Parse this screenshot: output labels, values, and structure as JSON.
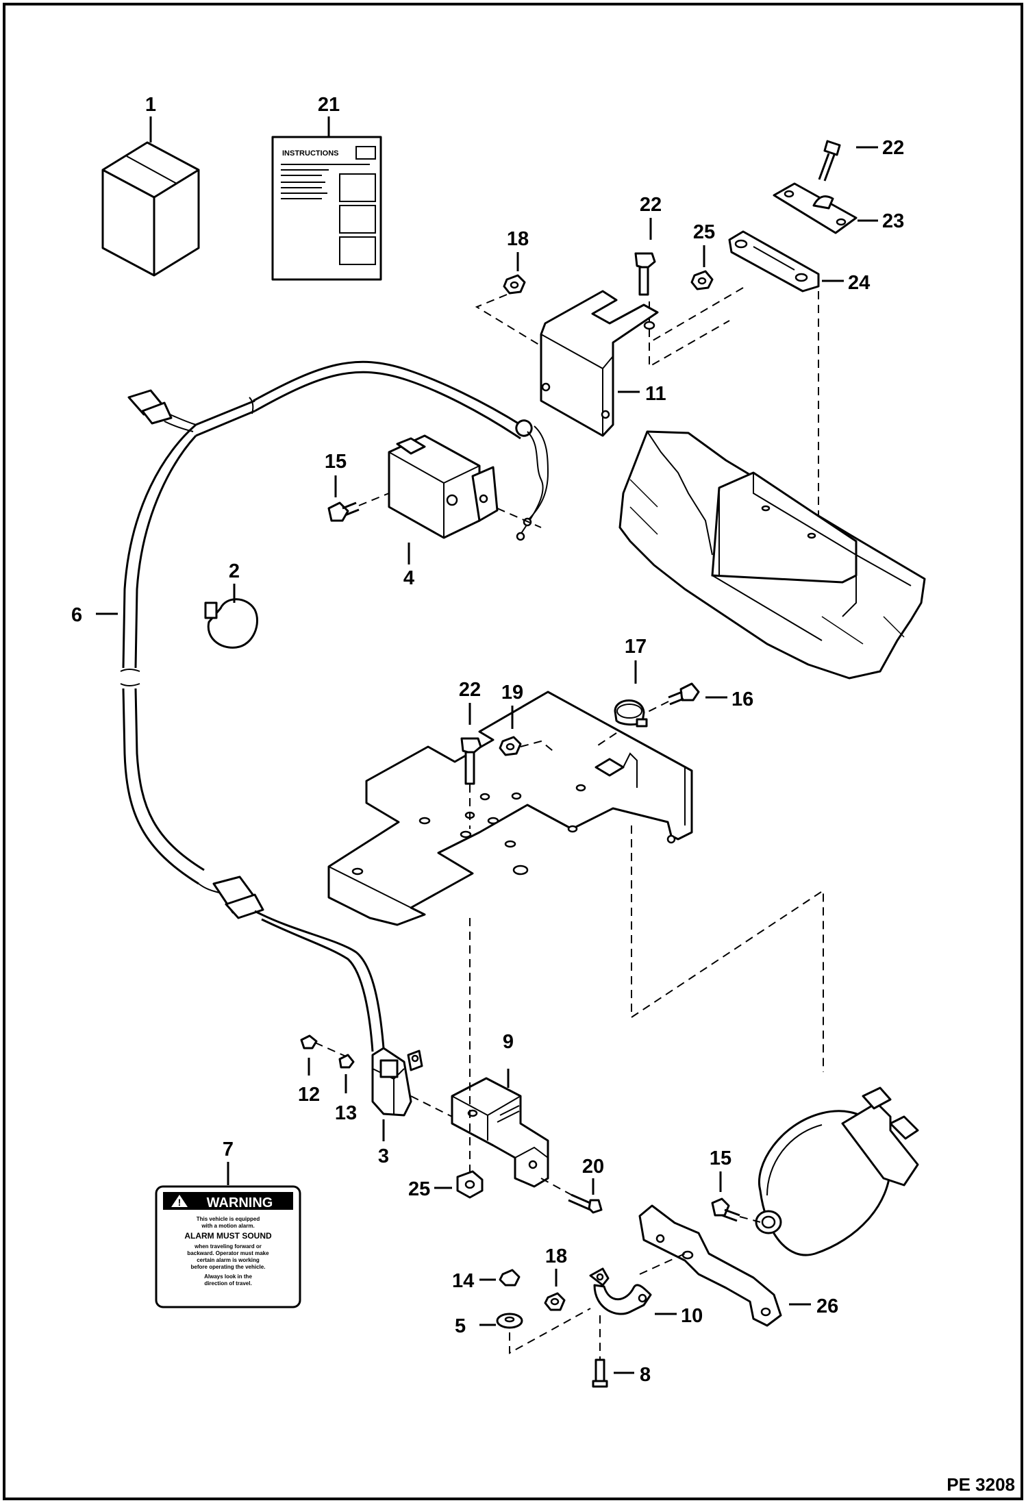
{
  "figure_code": "PE 3208",
  "instructions_sheet": {
    "heading": "INSTRUCTIONS"
  },
  "warning_decal": {
    "heading": "WARNING",
    "lines": [
      "This vehicle is equipped",
      "with a motion alarm.",
      "ALARM MUST SOUND",
      "when traveling forward or",
      "backward. Operator must make",
      "certain alarm is working",
      "before operating the vehicle.",
      "Always look in the",
      "direction of travel."
    ]
  },
  "callouts": {
    "c1": "1",
    "c2": "2",
    "c3": "3",
    "c4": "4",
    "c5": "5",
    "c6": "6",
    "c7": "7",
    "c8": "8",
    "c9": "9",
    "c10": "10",
    "c11": "11",
    "c12": "12",
    "c13": "13",
    "c14": "14",
    "c15a": "15",
    "c15b": "15",
    "c16": "16",
    "c17": "17",
    "c18a": "18",
    "c18b": "18",
    "c19": "19",
    "c20": "20",
    "c21": "21",
    "c22a": "22",
    "c22b": "22",
    "c22c": "22",
    "c23": "23",
    "c24": "24",
    "c25a": "25",
    "c25b": "25",
    "c26": "26"
  }
}
